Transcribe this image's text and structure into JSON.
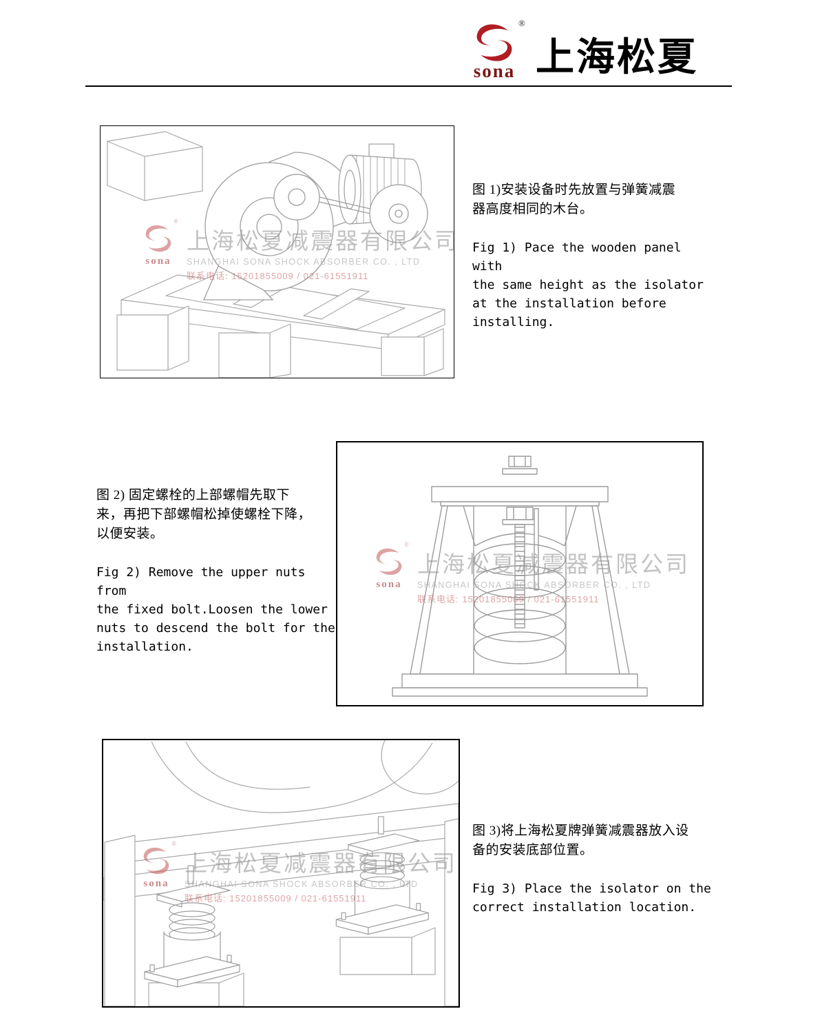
{
  "header": {
    "brand": "上海松夏",
    "logo_word": "sona",
    "reg_mark": "®",
    "logo_red": "#b01e24"
  },
  "watermark": {
    "logo_word": "sona",
    "reg_mark": "®",
    "company_cn": "上海松夏减震器有限公司",
    "company_en": "SHANGHAI SONA SHOCK ABSORBER CO. , LTD",
    "phone": "联系电话: 15201855009 / 021-61551911"
  },
  "figures": {
    "fig1": {
      "caption_cn": "图 1)安装设备时先放置与弹簧减震\n器高度相同的木台。",
      "caption_en": "Fig 1) Pace the wooden panel with\nthe same height as the isolator\nat the installation before\ninstalling."
    },
    "fig2": {
      "caption_cn": "图 2) 固定螺栓的上部螺帽先取下\n来，再把下部螺帽松掉使螺栓下降，\n以便安装。",
      "caption_en": "Fig 2) Remove the upper nuts from\nthe fixed bolt.Loosen the lower\nnuts to descend the bolt for the\ninstallation."
    },
    "fig3": {
      "caption_cn": "图 3)将上海松夏牌弹簧减震器放入设\n备的安装底部位置。",
      "caption_en": "Fig 3) Place the isolator on the\ncorrect installation location."
    }
  }
}
